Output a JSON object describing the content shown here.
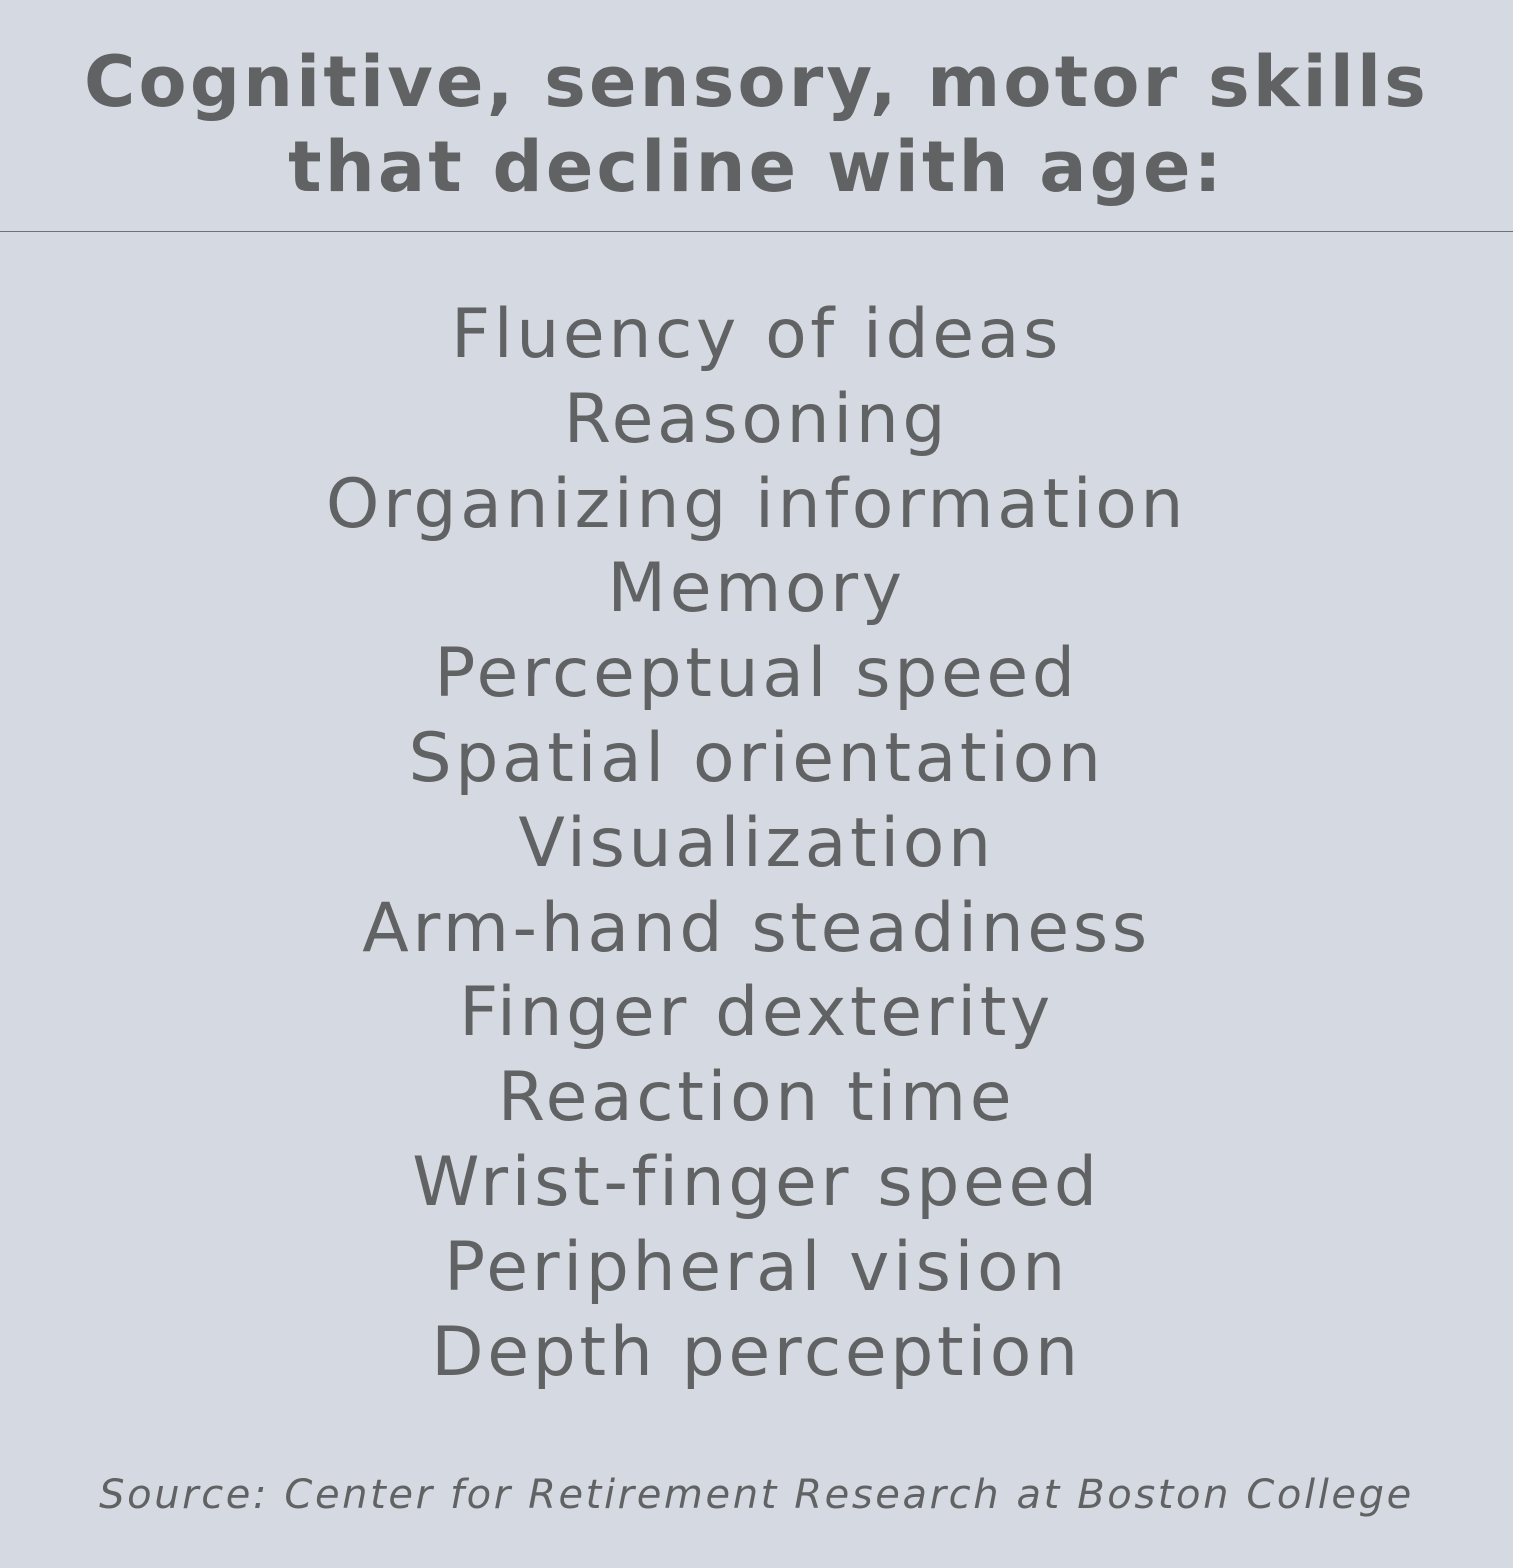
{
  "heading": {
    "line1": "Cognitive, sensory, motor skills",
    "line2": "that decline with age:"
  },
  "skills": [
    "Fluency of ideas",
    "Reasoning",
    "Organizing information",
    "Memory",
    "Perceptual speed",
    "Spatial orientation",
    "Visualization",
    "Arm-hand steadiness",
    "Finger dexterity",
    "Reaction time",
    "Wrist-finger speed",
    "Peripheral vision",
    "Depth perception"
  ],
  "source": "Source: Center for Retirement Research at Boston College",
  "colors": {
    "background": "#d5d9e1",
    "text": "#616263",
    "divider": "#6e7275"
  }
}
